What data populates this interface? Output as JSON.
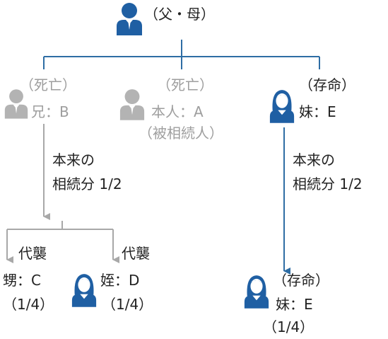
{
  "colors": {
    "line_blue": "#2e6da4",
    "icon_blue": "#1f5fa3",
    "icon_gray": "#b3b3b3",
    "text_gray": "#9e9e9e",
    "text_dark": "#222222"
  },
  "parents": {
    "status": "（父・母）",
    "icon": "person-male-icon"
  },
  "brother_b": {
    "status": "（死亡）",
    "name": "兄：B",
    "icon": "person-male-icon"
  },
  "self_a": {
    "status": "（死亡）",
    "name": "本人：A",
    "role": "（被相続人）",
    "icon": "person-male-icon"
  },
  "sister_e": {
    "status": "（存命）",
    "name": "妹：E",
    "icon": "person-female-icon"
  },
  "share_left": {
    "line1": "本来の",
    "line2": "相続分 1/2"
  },
  "share_right": {
    "line1": "本来の",
    "line2": "相続分 1/2"
  },
  "nephew_c": {
    "tag": "代襲",
    "name": "甥：C",
    "share": "（1/4）",
    "icon": "person-male-icon"
  },
  "niece_d": {
    "tag": "代襲",
    "name": "姪：D",
    "share": "（1/4）",
    "icon": "person-female-icon"
  },
  "sister_e_result": {
    "status": "（存命）",
    "name": "妹：E",
    "share": "（1/4）",
    "icon": "person-female-icon"
  }
}
